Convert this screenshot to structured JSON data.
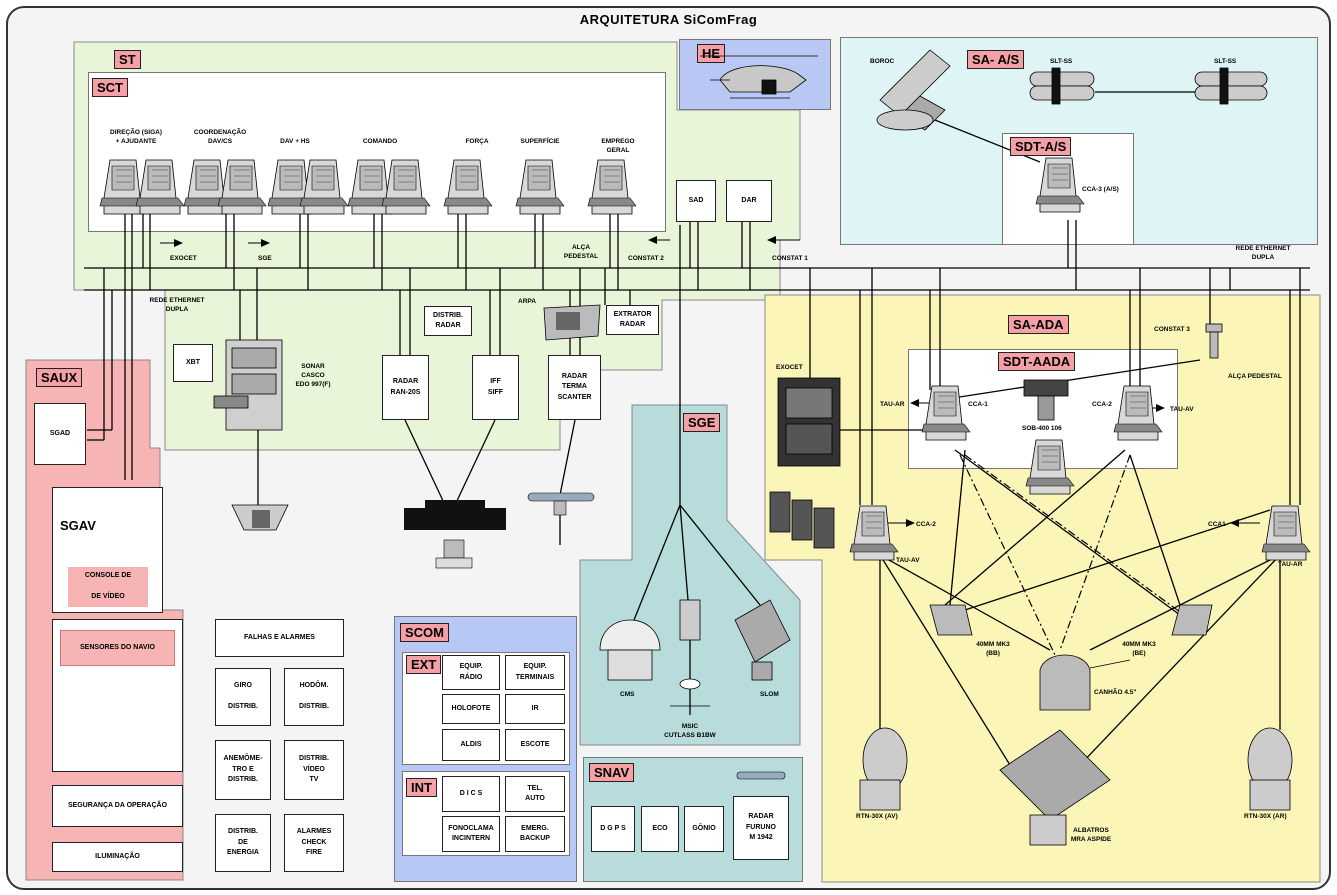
{
  "title": "ARQUITETURA SiComFrag",
  "regions": {
    "st": "ST",
    "sct": "SCT",
    "he": "HE",
    "sa_as": "SA- A/S",
    "sdt_as": "SDT-A/S",
    "saux": "SAUX",
    "sge": "SGE",
    "scom": "SCOM",
    "ext": "EXT",
    "int": "INT",
    "snav": "SNAV",
    "sa_ada": "SA-ADA",
    "sdt_aada": "SDT-AADA"
  },
  "sct_consoles": [
    "DIREÇÃO (SIGA)\n+ AJUDANTE",
    "COORDENAÇÃO\nDAV/CS",
    "DAV + HS",
    "COMANDO",
    "FORÇA",
    "SUPERFÍCIE",
    "EMPREGO\nGERAL"
  ],
  "labels": {
    "exocet_1": "EXOCET",
    "sge_arrow": "SGE",
    "alca_pedestal_st": "ALÇA\nPEDESTAL",
    "constat2": "CONSTAT 2",
    "constat1": "CONSTAT 1",
    "rede_left": "REDE ETHERNET\nDUPLA",
    "rede_right": "REDE ETHERNET\nDUPLA",
    "arpa": "ARPA",
    "sonar": "SONAR\nCASCO\nEDO 997(F)",
    "bororo": "BOROC",
    "slt_1": "SLT-SS",
    "slt_2": "SLT-SS",
    "cca3": "CCA-3 (A/S)",
    "exocet_2": "EXOCET",
    "constat3": "CONSTAT 3",
    "alca_pedestal": "ALÇA PEDESTAL",
    "tau_ar_1": "TAU-AR",
    "cca1_top": "CCA-1",
    "cca2_top": "CCA-2",
    "tau_av_1": "TAU-AV",
    "sob": "SOB-400 106",
    "cca2_low": "CCA-2",
    "tau_av_2": "TAU-AV",
    "cca1_low": "CCA1",
    "tau_ar_2": "TAU-AR",
    "gun40_1": "40MM MK3\n(BB)",
    "gun40_2": "40MM MK3\n(BE)",
    "canhao": "CANHÃO 4.5\"",
    "rtn_1": "RTN-30X (AV)",
    "rtn_2": "RTN-30X (AR)",
    "albatros": "ALBATROS\nMRA ASPIDE",
    "cms": "CMS",
    "cutlass": "MSIC\nCUTLASS B1BW",
    "slom": "SLOM",
    "sgav": "SGAV"
  },
  "boxes": {
    "sad": "SAD",
    "dar": "DAR",
    "distrib_radar": "DISTRIB.\nRADAR",
    "extrator_radar": "EXTRATOR\nRADAR",
    "xbt": "XBT",
    "radar_ram": "RADAR\nRAN-20S",
    "iff": "IFF\nSIFF",
    "radar_terma": "RADAR\nTERMA\nSCANTER",
    "sgad": "SGAD",
    "consoles_video": "CONSOLE DE\n\nDE VÍDEO",
    "sensores": "SENSORES DO NAVIO",
    "seguranca": "SEGURANÇA DA OPERAÇÃO",
    "iluminacao": "ILUMINAÇÃO",
    "falhas": "FALHAS E ALARMES",
    "giro": "GIRO\n\nDISTRIB.",
    "hodom": "HODÔM.\n\nDISTRIB.",
    "anemometro": "ANEMÔME-\nTRO E\nDISTRIB.",
    "distrib_video": "DISTRIB.\nVÍDEO\nTV",
    "distrib_energia": "DISTRIB.\nDE\nENERGIA",
    "alarmes_check": "ALARMES\nCHECK\nFIRE",
    "equip_radio": "EQUIP.\nRÁDIO",
    "equip_terminais": "EQUIP.\nTERMINAIS",
    "holofote": "HOLOFOTE",
    "ir": "IR",
    "aldis": "ALDIS",
    "escote": "ESCOTE",
    "dics": "D I C S",
    "tel_auto": "TEL.\nAUTO",
    "fonoclama": "FONOCLAMA\nINCINTERN",
    "emerg_backup": "EMERG.\nBACKUP",
    "dgps": "D G P S",
    "eco": "ECO",
    "gonio": "GÔNIO",
    "radar_furuno": "RADAR\nFURUNO\nM 1942"
  },
  "colors": {
    "st_green": "#e8f5d8",
    "sa_as_cyan": "#dff5f5",
    "he_blue": "#b9c7f5",
    "saux_pink": "#f7b4b4",
    "scom_blue": "#b8c8f5",
    "sge_teal": "#b8dcdc",
    "sa_ada_yellow": "#fbf6b8",
    "tag_pink": "#f4a0a4"
  }
}
